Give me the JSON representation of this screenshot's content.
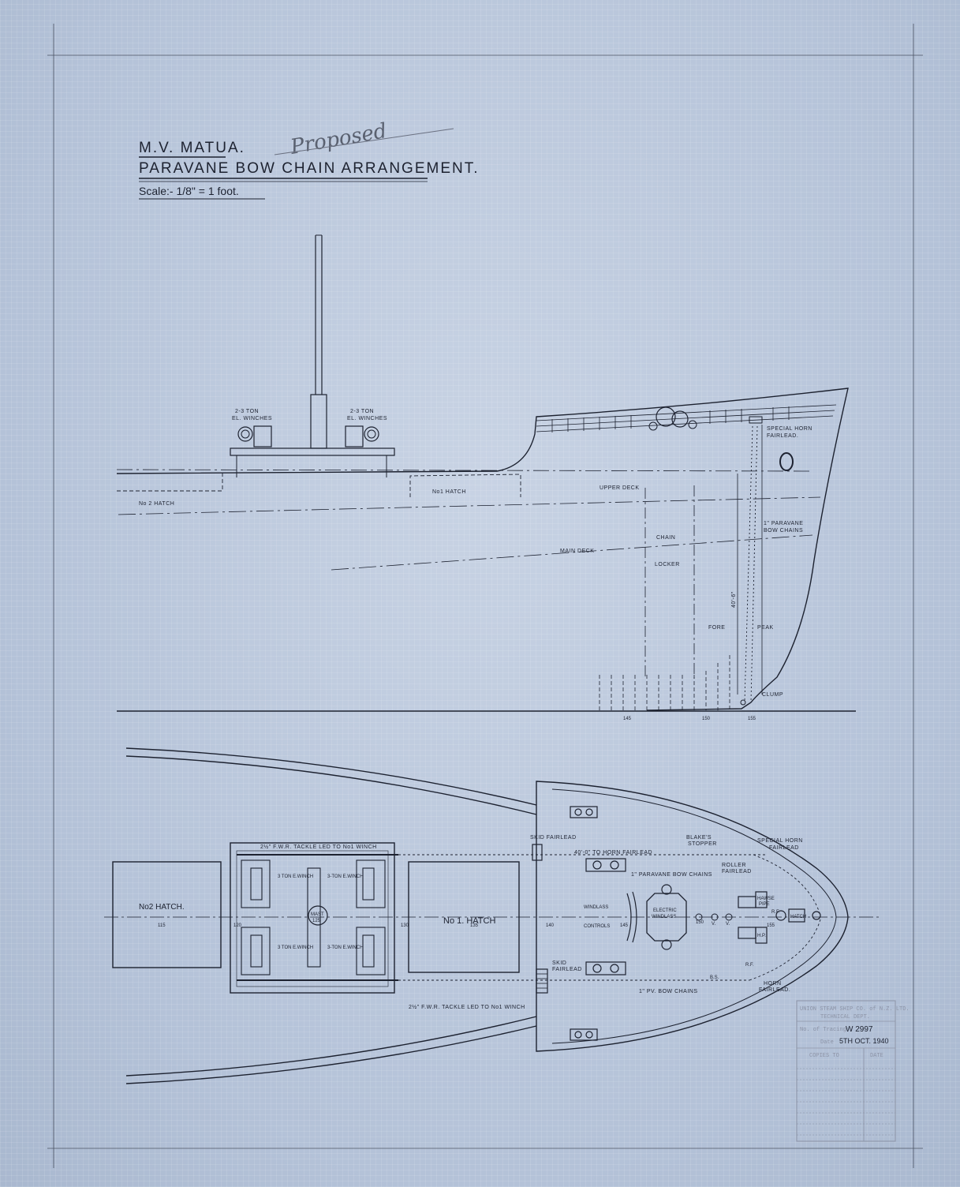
{
  "title": {
    "vessel": "M.V. MATUA.",
    "drawing": "PARAVANE BOW CHAIN ARRANGEMENT.",
    "scale": "Scale:- 1/8\" = 1 foot.",
    "annotation": "Proposed"
  },
  "elevation": {
    "winch_left": [
      "2-3 TON",
      "EL. WINCHES"
    ],
    "winch_right": [
      "2-3 TON",
      "EL. WINCHES"
    ],
    "no2_hatch": "No 2 HATCH",
    "no1_hatch": "No1 HATCH",
    "upper_deck": "UPPER DECK",
    "main_deck": "MAIN DECK",
    "chain": "CHAIN",
    "locker": "LOCKER",
    "fore": "FORE",
    "peak": "PEAK",
    "dimension": "40'-6\"",
    "special_horn_fairlead": [
      "SPECIAL HORN",
      "FAIRLEAD."
    ],
    "paravane_chains": [
      "1\" PARAVANE",
      "BOW CHAINS"
    ],
    "clump": "CLUMP",
    "frames": [
      "145",
      "150",
      "155"
    ]
  },
  "plan": {
    "no2_hatch": "No2 HATCH.",
    "no1_hatch": "No 1. HATCH",
    "mast": "MAST",
    "mast_frame": "125",
    "winch_labels": [
      "3 TON E.WINCH",
      "3-TON E.WINCH",
      "3 TON E.WINCH",
      "3-TON E.WINCH"
    ],
    "tackle_top": "2½\" F.W.R. TACKLE LED TO No1 WINCH",
    "tackle_bottom": "2½\" F.W.R. TACKLE LED TO No1 WINCH",
    "skid_fairlead_top": "SKID FAIRLEAD",
    "skid_fairlead_bottom": [
      "SKID",
      "FAIRLEAD"
    ],
    "horn_dimension": "40'-0\" TO HORN FAIRLEAD",
    "paravane_bow_chains": "1\" PARAVANE BOW CHAINS",
    "blakes_stopper": [
      "BLAKE'S",
      "STOPPER"
    ],
    "special_horn_fairlead": [
      "SPECIAL HORN",
      "FAIRLEAD"
    ],
    "roller_fairlead": [
      "ROLLER",
      "FAIRLEAD"
    ],
    "windlass_controls": [
      "WINDLASS",
      "CONTROLS"
    ],
    "electric_windlass": [
      "ELECTRIC",
      "WINDLASS"
    ],
    "hawse_pipe": [
      "HAWSE",
      "PIPE"
    ],
    "hatch": "HATCH",
    "rf": "R.F.",
    "hp": "H.P.",
    "bs": "B.S.",
    "v": "V.",
    "pv_bow_chains": "1\" PV. BOW CHAINS",
    "horn_fairlead": [
      "HORN",
      "FAIRLEAD."
    ],
    "frames": [
      "115",
      "120",
      "130",
      "135",
      "140",
      "145",
      "150",
      "155"
    ]
  },
  "stamp": {
    "company": "UNION STEAM SHIP CO. of N.Z. LTD.",
    "dept": "TECHNICAL DEPT.",
    "tracing_label": "No. of Tracing",
    "tracing_no": "W 2997",
    "date_label": "Date",
    "date": "5TH OCT. 1940",
    "copies_to": "COPIES TO",
    "date_col": "DATE"
  },
  "colors": {
    "paper": "#b9c7db",
    "ink": "#1d2230",
    "pencil": "#5a6170"
  }
}
